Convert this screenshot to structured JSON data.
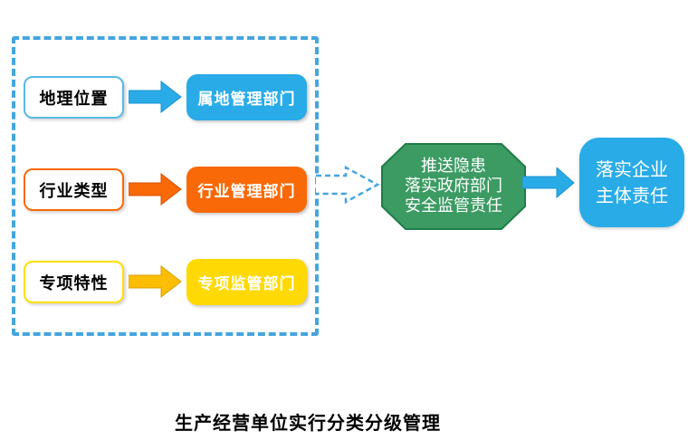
{
  "palette": {
    "blue": "#29abe8",
    "dash_border_blue": "#45a5de",
    "orange": "#f96908",
    "yellow": "#ffd903",
    "gold_arrow": "#fcbd05",
    "green": "#3c9b63",
    "green_border": "#1e7c47",
    "white": "#ffffff",
    "black": "#000000"
  },
  "classification_panel": {
    "rows": [
      {
        "criterion": "地理位置",
        "department": "属地管理部门",
        "color": "#29abe8"
      },
      {
        "criterion": "行业类型",
        "department": "行业管理部门",
        "color": "#f96908"
      },
      {
        "criterion": "专项特性",
        "department": "专项监管部门",
        "color": "#ffd903"
      }
    ]
  },
  "octagon": {
    "line1": "推送隐患",
    "line2": "落实政府部门",
    "line3": "安全监管责任"
  },
  "result_box": {
    "line1": "落实企业",
    "line2": "主体责任"
  },
  "caption": "生产经营单位实行分类分级管理"
}
